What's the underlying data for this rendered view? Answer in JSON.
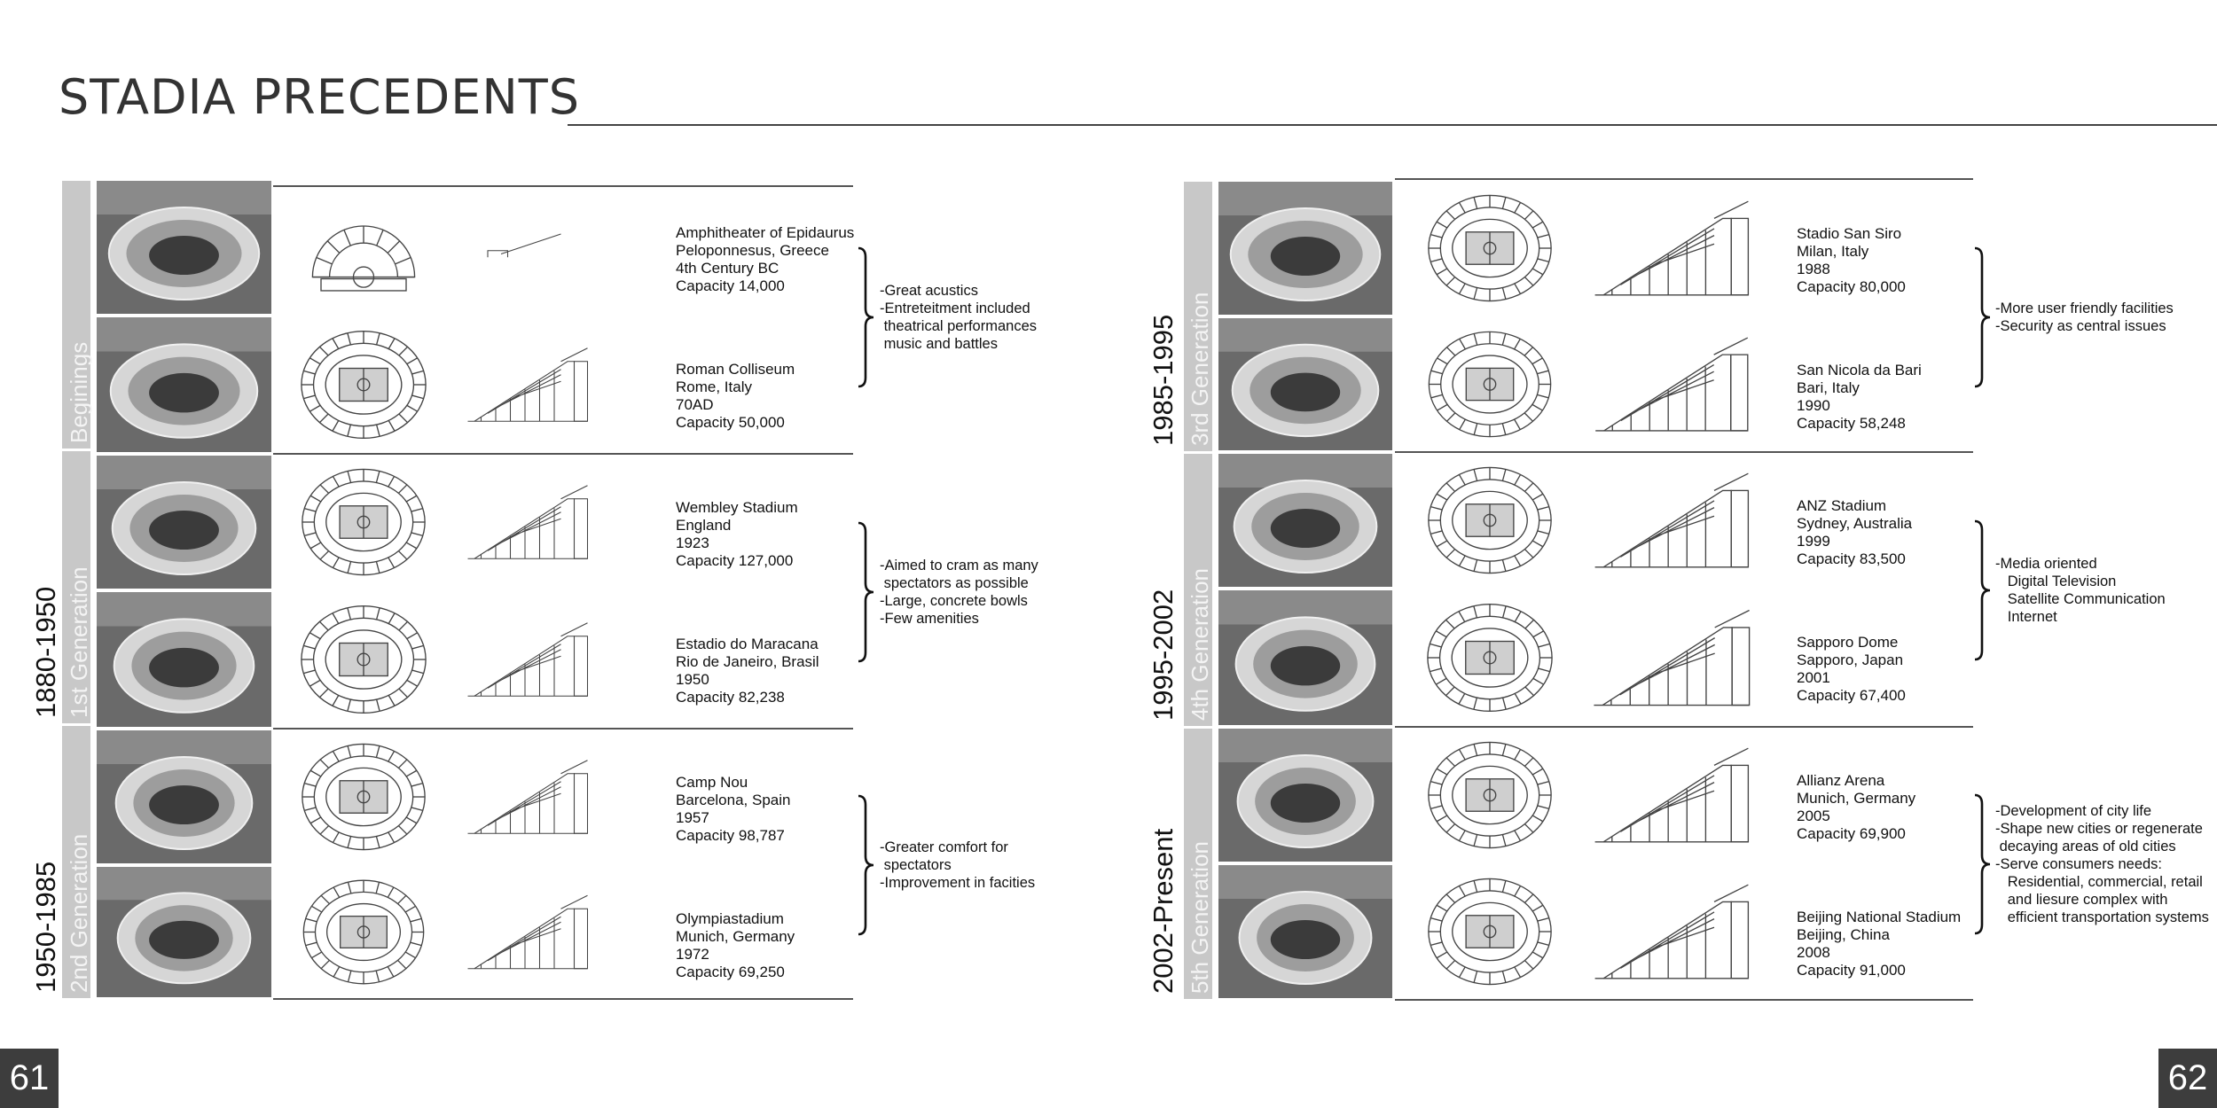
{
  "title": "STADIA PRECEDENTS",
  "pages": {
    "left": "61",
    "right": "62"
  },
  "left_page": {
    "bands": [
      {
        "era": "",
        "generation": "Beginings"
      },
      {
        "era": "1880-1950",
        "generation": "1st Generation"
      },
      {
        "era": "1950-1985",
        "generation": "2nd Generation"
      }
    ],
    "stadia": [
      {
        "lines": [
          "Amphitheater of Epidaurus",
          "Peloponnesus, Greece",
          "4th Century BC",
          "Capacity 14,000"
        ]
      },
      {
        "lines": [
          "Roman Colliseum",
          "Rome, Italy",
          "70AD",
          "Capacity 50,000"
        ]
      },
      {
        "lines": [
          "Wembley Stadium",
          "England",
          "1923",
          "Capacity 127,000"
        ]
      },
      {
        "lines": [
          "Estadio do Maracana",
          "Rio de Janeiro, Brasil",
          "1950",
          "Capacity 82,238"
        ]
      },
      {
        "lines": [
          "Camp Nou",
          "Barcelona, Spain",
          "1957",
          "Capacity 98,787"
        ]
      },
      {
        "lines": [
          "Olympiastadium",
          "Munich, Germany",
          "1972",
          "Capacity 69,250"
        ]
      }
    ],
    "notes": [
      "-Great acustics\n-Entreteitment included\n theatrical performances\n music and battles",
      "-Aimed to cram as many\n spectators as possible\n-Large, concrete bowls\n-Few amenities",
      "-Greater comfort for\n spectators\n-Improvement in facities"
    ]
  },
  "right_page": {
    "bands": [
      {
        "era": "1985-1995",
        "generation": "3rd Generation"
      },
      {
        "era": "1995-2002",
        "generation": "4th Generation"
      },
      {
        "era": "2002-Present",
        "generation": "5th Generation"
      }
    ],
    "stadia": [
      {
        "lines": [
          "Stadio San Siro",
          "Milan, Italy",
          "1988",
          "Capacity 80,000"
        ]
      },
      {
        "lines": [
          "San Nicola da Bari",
          "Bari, Italy",
          "1990",
          "Capacity 58,248"
        ]
      },
      {
        "lines": [
          "ANZ Stadium",
          "Sydney, Australia",
          "1999",
          "Capacity 83,500"
        ]
      },
      {
        "lines": [
          "Sapporo Dome",
          "Sapporo, Japan",
          "2001",
          "Capacity 67,400"
        ]
      },
      {
        "lines": [
          "Allianz Arena",
          "Munich, Germany",
          "2005",
          "Capacity 69,900"
        ]
      },
      {
        "lines": [
          "Beijing National Stadium",
          "Beijing, China",
          "2008",
          "Capacity 91,000"
        ]
      }
    ],
    "notes": [
      "-More user friendly facilities\n-Security as central issues",
      "-Media oriented\n   Digital Television\n   Satellite Communication\n   Internet",
      "-Development of city life\n-Shape new cities or regenerate\n decaying areas of old cities\n-Serve consumers needs:\n   Residential, commercial, retail\n   and liesure complex with\n   efficient transportation systems"
    ]
  }
}
